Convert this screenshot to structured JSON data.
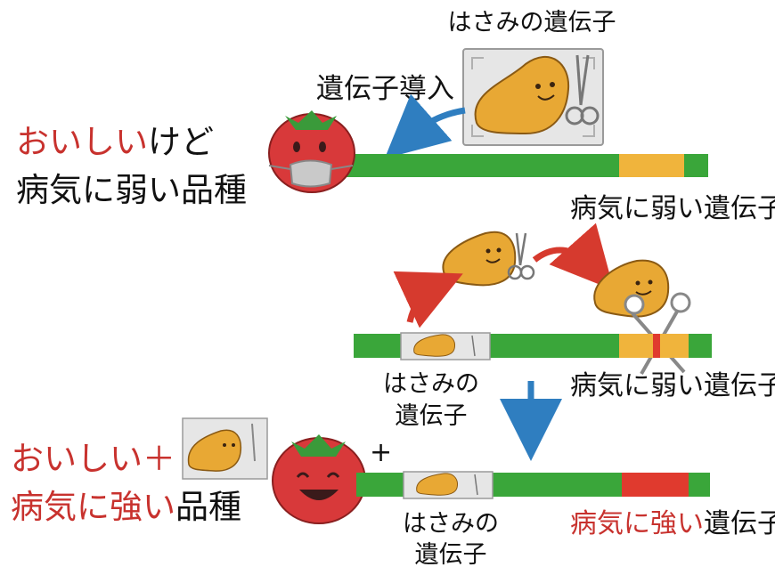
{
  "top": {
    "scissors_gene_label": "はさみの遺伝子",
    "gene_transfer_label": "遺伝子導入",
    "variety_prefix": "おいしい",
    "variety_suffix": "けど",
    "variety_line2": "病気に弱い品種",
    "weak_gene_label": "病気に弱い遺伝子"
  },
  "middle": {
    "scissors_gene_line1": "はさみの",
    "scissors_gene_line2": "遺伝子",
    "weak_gene_label": "病気に弱い遺伝子"
  },
  "bottom": {
    "variety_line1": "おいしい＋",
    "variety_line2_red": "病気に強い",
    "variety_line2_black": "品種",
    "plus_sign": "+",
    "scissors_gene_line1": "はさみの",
    "scissors_gene_line2": "遺伝子",
    "strong_gene_red": "病気に強い",
    "strong_gene_black": "遺伝子"
  },
  "colors": {
    "dna_green": "#3aa63a",
    "weak_gene_orange": "#f0b43c",
    "strong_gene_red": "#e03a2e",
    "accent_red_text": "#c8322e",
    "arrow_blue": "#2f7ec0",
    "arrow_red": "#d63a2e",
    "potato_character": "#e8a834",
    "tomato": "#d8393a"
  },
  "icons": [
    "tomato-sick-icon",
    "tomato-happy-icon",
    "potato-character-icon",
    "scissors-icon"
  ]
}
